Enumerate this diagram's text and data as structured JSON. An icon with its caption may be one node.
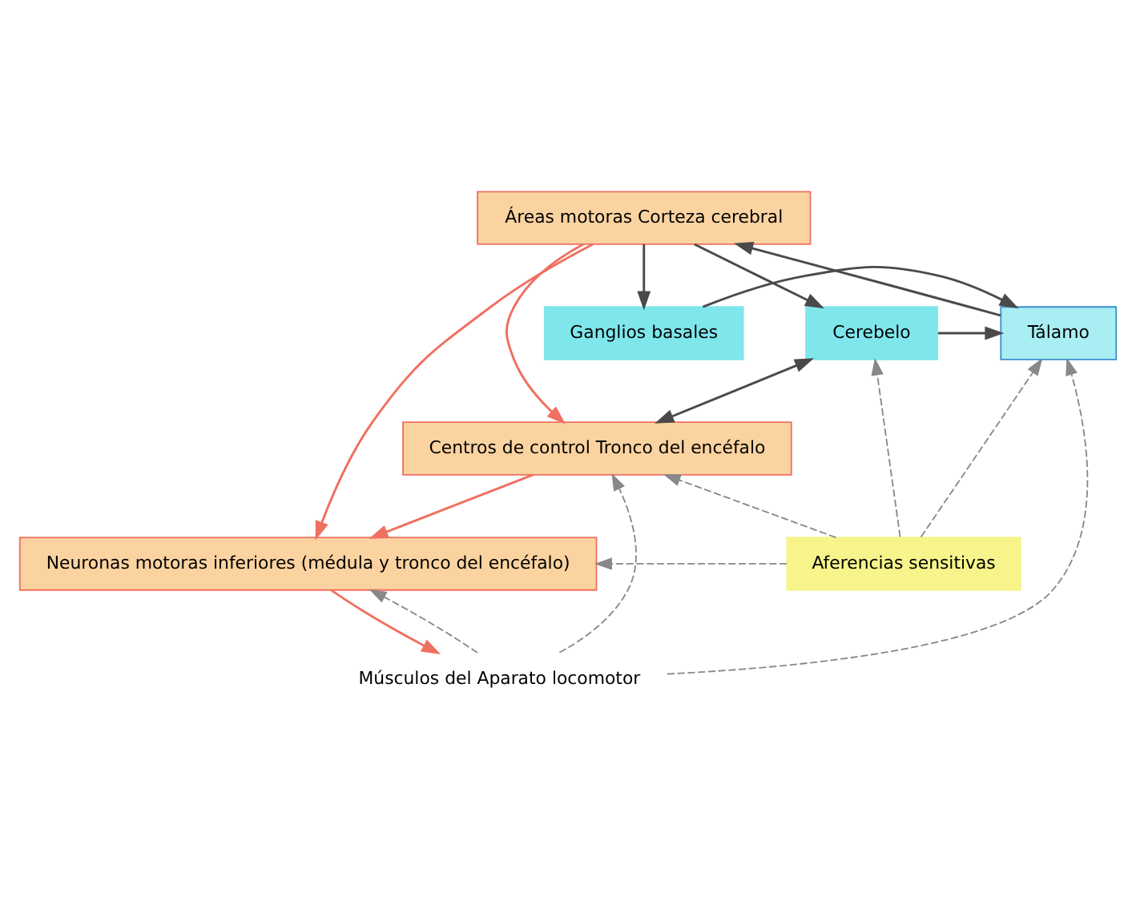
{
  "diagram": {
    "nodes": [
      {
        "text": [
          "Áreas motoras Corteza cerebral"
        ]
      },
      {
        "text": [
          "Ganglios basales"
        ]
      },
      {
        "text": [
          "Tálamo"
        ]
      },
      {
        "text": [
          "Cerebelo"
        ]
      },
      {
        "text": [
          "Centros de control Tronco del encéfalo"
        ]
      },
      {
        "text": [
          "Neuronas motoras inferiores (médula y tronco del encéfalo)"
        ]
      },
      {
        "text": [
          "Aferencias sensitivas"
        ]
      },
      {
        "text": [
          "Músculos del Aparato locomotor"
        ]
      }
    ],
    "edges": [
      {
        "from": 0,
        "to": 1,
        "arrow": "to",
        "color": "#4a4a4a"
      },
      {
        "from": 0,
        "to": 3,
        "arrow": "to",
        "color": "#4a4a4a"
      },
      {
        "from": 1,
        "to": 2,
        "arrow": "to",
        "color": "#4a4a4a"
      },
      {
        "from": 3,
        "to": 2,
        "arrow": "to",
        "color": "#4a4a4a"
      },
      {
        "from": 2,
        "to": 0,
        "arrow": "to",
        "color": "#4a4a4a"
      },
      {
        "from": 3,
        "to": 4,
        "arrow": "both",
        "color": "#4a4a4a"
      },
      {
        "from": 0,
        "to": 4,
        "arrow": "to",
        "color": "#f07060"
      },
      {
        "from": 0,
        "to": 5,
        "arrow": "to",
        "color": "#f07060"
      },
      {
        "from": 4,
        "to": 5,
        "arrow": "to",
        "color": "#f07060"
      },
      {
        "from": 5,
        "to": 7,
        "arrow": "to",
        "color": "#f07060"
      },
      {
        "from": 6,
        "to": 3,
        "arrow": "to",
        "style": "dashed"
      },
      {
        "from": 6,
        "to": 2,
        "arrow": "to",
        "style": "dashed"
      },
      {
        "from": 6,
        "to": 4,
        "arrow": "to",
        "style": "dashed"
      },
      {
        "from": 6,
        "to": 5,
        "arrow": "to",
        "style": "dashed"
      },
      {
        "from": 7,
        "to": 2,
        "arrow": "to",
        "style": "dashed"
      },
      {
        "from": 7,
        "to": 4,
        "arrow": "to",
        "style": "dashed"
      },
      {
        "from": 7,
        "to": 5,
        "arrow": "to",
        "style": "dashed"
      }
    ]
  }
}
